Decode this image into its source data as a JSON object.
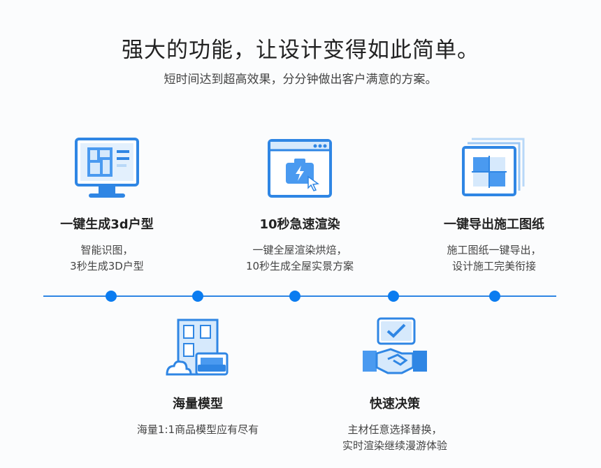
{
  "header": {
    "title": "强大的功能，让设计变得如此简单。",
    "subtitle": "短时间达到超高效果，分分钟做出客户满意的方案。"
  },
  "features_top": [
    {
      "icon": "monitor-floorplan-icon",
      "title": "一键生成3d户型",
      "desc_line1": "智能识图，",
      "desc_line2": "3秒生成3D户型"
    },
    {
      "icon": "browser-camera-icon",
      "title": "10秒急速渲染",
      "desc_line1": "一键全屋渲染烘焙，",
      "desc_line2": "10秒生成全屋实景方案"
    },
    {
      "icon": "blueprint-export-icon",
      "title": "一键导出施工图纸",
      "desc_line1": "施工图纸一键导出，",
      "desc_line2": "设计施工完美衔接"
    }
  ],
  "features_bottom": [
    {
      "icon": "building-sofa-icon",
      "title": "海量模型",
      "desc_line1": "海量1:1商品模型应有尽有",
      "desc_line2": ""
    },
    {
      "icon": "handshake-check-icon",
      "title": "快速决策",
      "desc_line1": "主材任意选择替换，",
      "desc_line2": "实时渲染继续漫游体验"
    }
  ],
  "colors": {
    "accent": "#2f86e4",
    "icon_fill": "#4a9af0",
    "icon_light": "#d6e9fc",
    "dot": "#0b7cf0"
  }
}
